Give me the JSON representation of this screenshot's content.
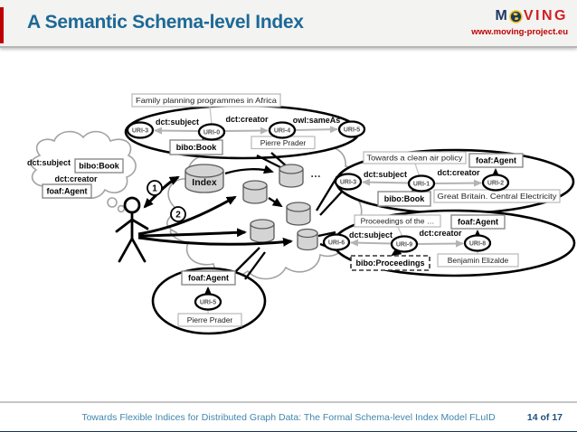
{
  "header": {
    "title": "A Semantic Schema-level Index",
    "logo": {
      "m": "M",
      "ving": "VING",
      "url": "www.moving-project.eu"
    }
  },
  "footer": {
    "title": "Towards Flexible Indices for Distributed Graph Data: The Formal Schema-level Index Model FLuID",
    "page": "14 of 17"
  },
  "diagram": {
    "steps": {
      "one": "1",
      "two": "2"
    },
    "index_label": "Index",
    "ellipsis": "…",
    "thought": {
      "line1": "dct:subject",
      "line2": "bibo:Book",
      "line3": "dct:creator",
      "line4": "foaf:Agent"
    },
    "g1": {
      "title": "Family planning programmes in Africa",
      "n1": "URI-3",
      "n2": "URI-0",
      "n3": "URI-4",
      "n4": "URI-5",
      "e1": "dct:subject",
      "e2": "dct:creator",
      "e3": "owl:sameAs",
      "type": "bibo:Book",
      "creator": "Pierre Prader"
    },
    "g2": {
      "title": "Towards a clean air policy",
      "agent": "foaf:Agent",
      "n1": "URI-3",
      "n2": "URI-1",
      "n3": "URI-2",
      "e1": "dct:subject",
      "e2": "dct:creator",
      "type": "bibo:Book",
      "creator": "Great Britain. Central Electricity"
    },
    "g3": {
      "title": "Proceedings of the …",
      "agent": "foaf:Agent",
      "n1": "URI-6",
      "n2": "URI-9",
      "n3": "URI-8",
      "e1": "dct:subject",
      "e2": "dct:creator",
      "type": "bibo:Proceedings",
      "creator": "Benjamin Elizalde"
    },
    "g4": {
      "agent": "foaf:Agent",
      "n1": "URI-5",
      "creator": "Pierre Prader"
    }
  }
}
